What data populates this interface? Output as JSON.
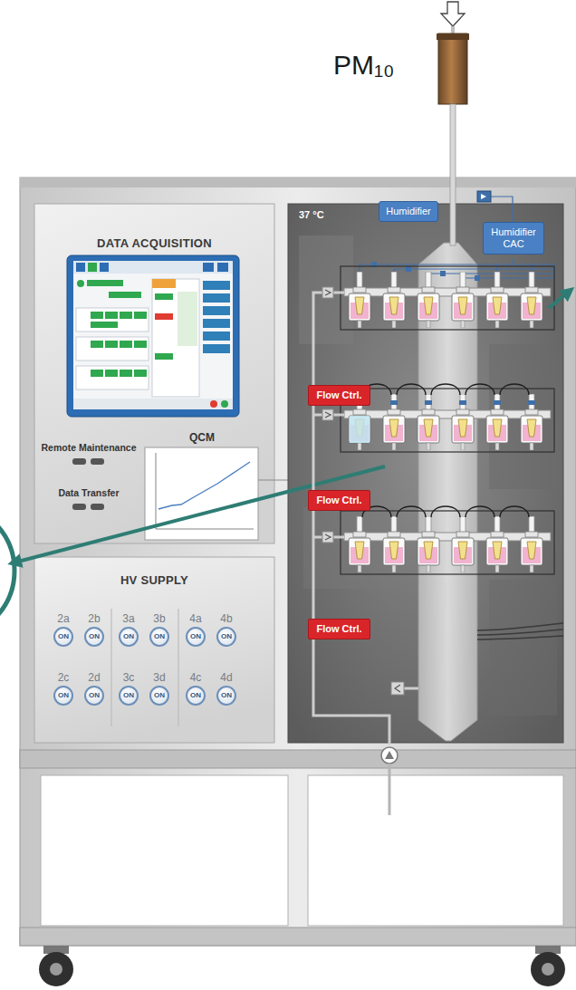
{
  "diagram": {
    "nodes": [
      {
        "text": [
          "DATA ACQUISITION"
        ]
      },
      {
        "text": [
          "QCM"
        ],
        "in": 0
      },
      {
        "text": [
          "HV SUPPLY"
        ]
      },
      {
        "text": [
          "2a",
          "ON"
        ],
        "in": 2
      },
      {
        "text": [
          "2b",
          "ON"
        ],
        "in": 2
      },
      {
        "text": [
          "3a",
          "ON"
        ],
        "in": 2
      },
      {
        "text": [
          "3b",
          "ON"
        ],
        "in": 2
      },
      {
        "text": [
          "4a",
          "ON"
        ],
        "in": 2
      },
      {
        "text": [
          "4b",
          "ON"
        ],
        "in": 2
      },
      {
        "text": [
          "2c",
          "ON"
        ],
        "in": 2
      },
      {
        "text": [
          "2d",
          "ON"
        ],
        "in": 2
      },
      {
        "text": [
          "3c",
          "ON"
        ],
        "in": 2
      },
      {
        "text": [
          "3d",
          "ON"
        ],
        "in": 2
      },
      {
        "text": [
          "4c",
          "ON"
        ],
        "in": 2
      },
      {
        "text": [
          "4d",
          "ON"
        ],
        "in": 2
      },
      {
        "text": [
          "37 °C"
        ]
      },
      {
        "text": [
          "Humidifier"
        ],
        "in": 15
      },
      {
        "text": [
          "Humidifier CAC"
        ],
        "in": 15
      },
      {
        "text": [
          "Flow Ctrl."
        ],
        "in": 15
      },
      {
        "text": [
          "Flow Ctrl."
        ],
        "in": 15
      },
      {
        "text": [
          "Flow Ctrl."
        ],
        "in": 15
      }
    ],
    "edges": [
      {
        "from": 18,
        "to": 19,
        "arrow": "none"
      },
      {
        "from": 19,
        "to": 20,
        "arrow": "none"
      }
    ],
    "labels": [
      "PM₁₀",
      "Remote Maintenance",
      "Data Transfer"
    ]
  }
}
